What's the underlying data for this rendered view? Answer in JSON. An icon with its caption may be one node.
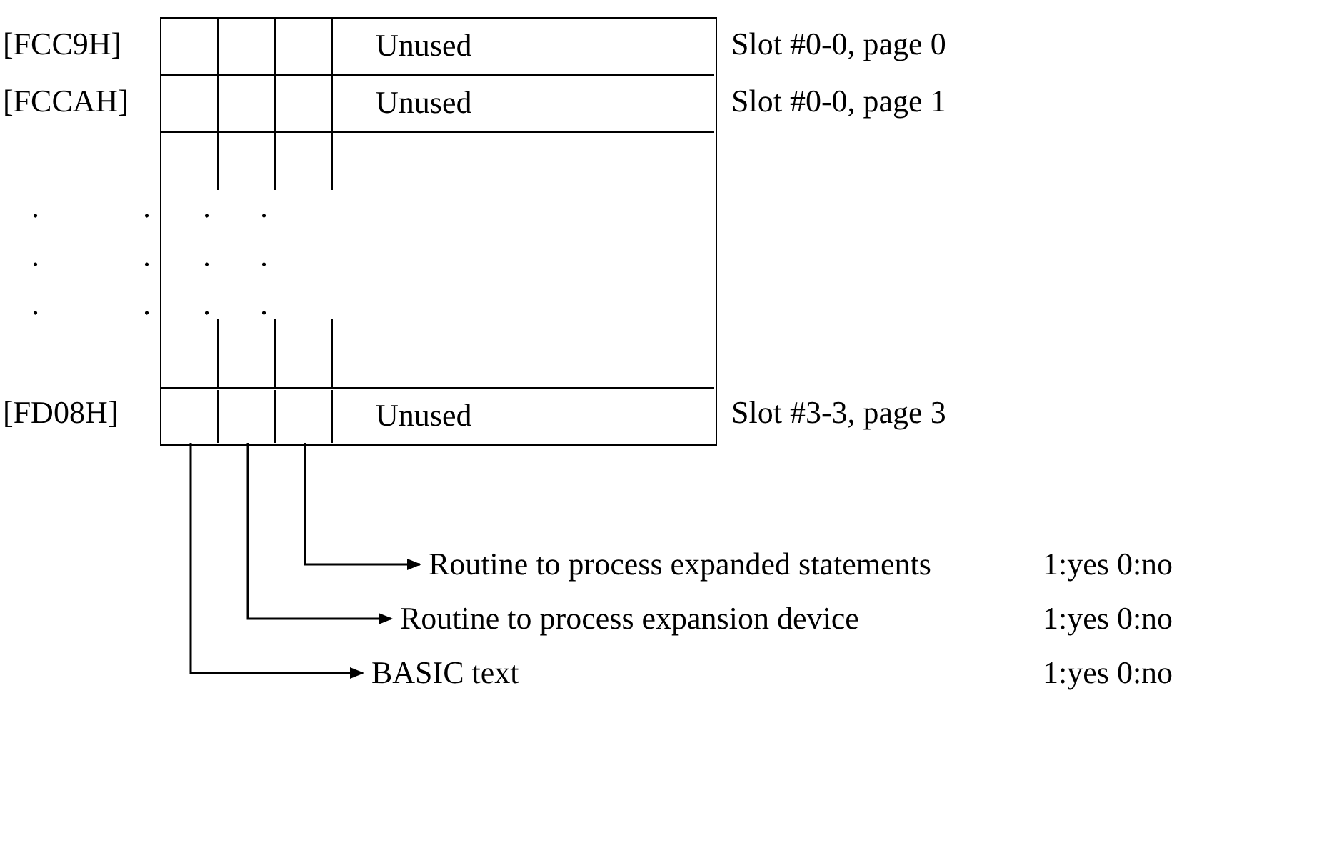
{
  "diagram": {
    "nodes": [
      {
        "text": [],
        "shape": "box"
      },
      {
        "text": [
          "Unused"
        ],
        "in": 0
      },
      {
        "text": [
          "Unused"
        ],
        "in": 0
      },
      {
        "text": [
          "Unused"
        ],
        "in": 0
      },
      {
        "text": [],
        "shape": "box",
        "in": 3
      },
      {
        "text": [],
        "shape": "box",
        "in": 3
      },
      {
        "text": [],
        "shape": "box",
        "in": 3
      },
      {
        "text": [
          "Routine to process expanded statements"
        ]
      },
      {
        "text": [
          "Routine to process expansion device"
        ]
      },
      {
        "text": [
          "BASIC text"
        ]
      }
    ],
    "edges": [
      {
        "from": 6,
        "to": 7,
        "arrow": "to"
      },
      {
        "from": 5,
        "to": 8,
        "arrow": "to"
      },
      {
        "from": 4,
        "to": 9,
        "arrow": "to"
      }
    ],
    "labels": [
      "[FCC9H]",
      "Slot #0-0, page 0",
      "[FCCAH]",
      "Slot #0-0, page 1",
      ".",
      ".",
      ".",
      ".",
      ".",
      ".",
      ".",
      ".",
      ".",
      ".",
      ".",
      ".",
      "[FD08H]",
      "Slot #3-3, page 3",
      "1:yes 0:no",
      "1:yes 0:no",
      "1:yes 0:no"
    ]
  }
}
